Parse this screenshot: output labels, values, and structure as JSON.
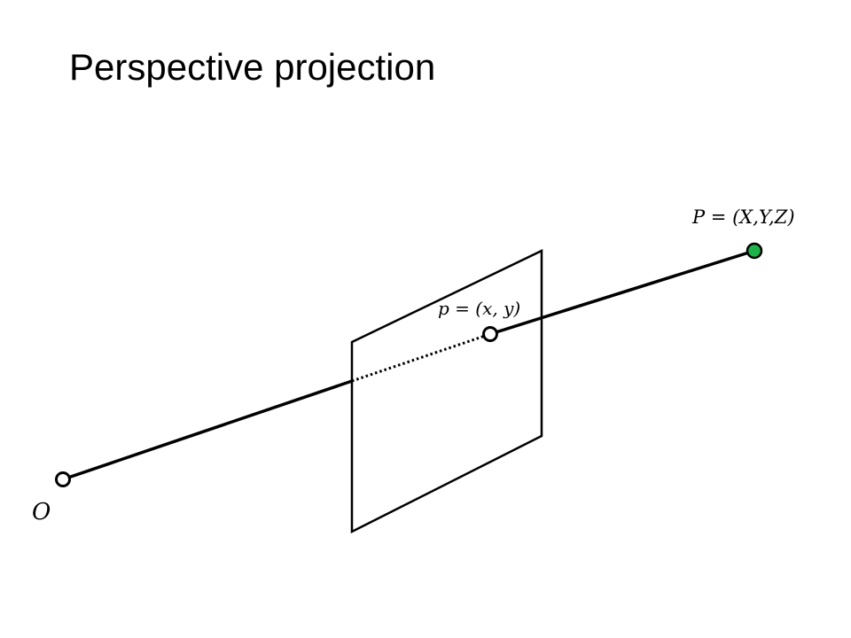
{
  "title": "Perspective projection",
  "labels": {
    "world_point": "P = (X,Y,Z)",
    "image_point": "p = (x, y)",
    "origin": "O"
  },
  "colors": {
    "world_point_fill": "#1db34a",
    "line": "#000000",
    "background": "#ffffff"
  }
}
